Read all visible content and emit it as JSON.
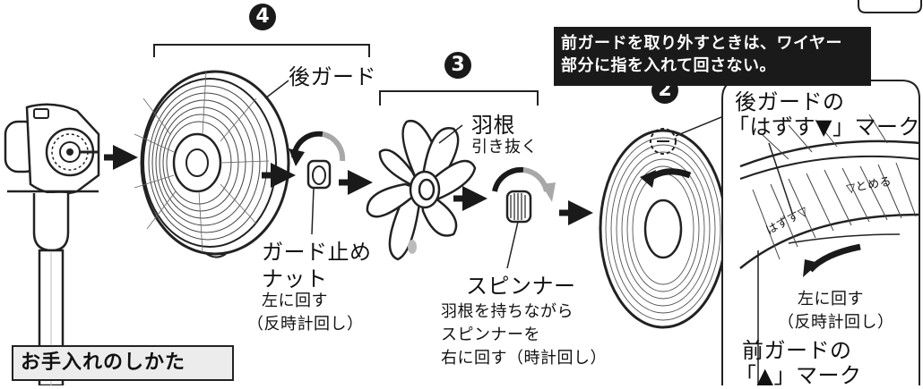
{
  "steps": {
    "step4": "4",
    "step3": "3",
    "step2": "2"
  },
  "labels": {
    "rear_guard": "後ガード",
    "blade_line1": "羽根",
    "blade_line2": "引き抜く",
    "nut_line1": "ガード止め",
    "nut_line2": "ナット",
    "nut_line3": "左に回す",
    "nut_line4": "（反時計回し）",
    "spinner_title": "スピンナー",
    "spinner_line1": "羽根を持ちながら",
    "spinner_line2": "スピンナーを",
    "spinner_line3": "右に回す（時計回し）",
    "rear_mark_line1": "後ガードの",
    "rear_mark_line2": "「はずす▼」マーク",
    "turn_left_line1": "左に回す",
    "turn_left_line2": "（反時計回し）",
    "front_mark_line1": "前ガードの",
    "front_mark_line2": "「▲」マーク",
    "ring_hazusu": "はずす▽",
    "ring_tomeru": "▽とめる"
  },
  "warning": {
    "line1": "前ガードを取り外すときは、ワイヤー",
    "line2": "部分に指を入れて回さない。"
  },
  "section_title": "お手入れのしかた",
  "colors": {
    "ink": "#1a1a1a",
    "turn_arrow_gray": "#a8a8a8",
    "title_box_bg": "#ececec"
  }
}
